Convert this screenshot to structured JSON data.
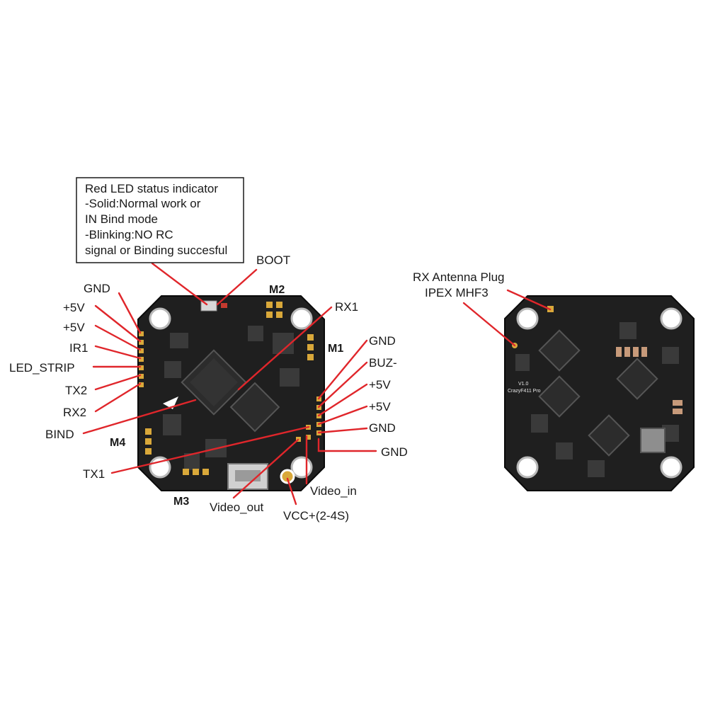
{
  "status_note": {
    "lines": [
      "Red LED status indicator",
      "-Solid:Normal work or",
      "IN Bind mode",
      "-Blinking:NO RC",
      "signal or Binding succesful"
    ]
  },
  "front_board": {
    "motors": {
      "m1": "M1",
      "m2": "M2",
      "m3": "M3",
      "m4": "M4"
    },
    "pins": {
      "boot": "BOOT",
      "rx1": "RX1",
      "gnd_left": "GND",
      "v5_left_1": "+5V",
      "v5_left_2": "+5V",
      "ir1": "IR1",
      "led_strip": "LED_STRIP",
      "tx2": "TX2",
      "rx2": "RX2",
      "bind": "BIND",
      "tx1": "TX1",
      "gnd_right_1": "GND",
      "buz": "BUZ-",
      "v5_right_1": "+5V",
      "v5_right_2": "+5V",
      "gnd_right_2": "GND",
      "gnd_right_3": "GND",
      "video_in": "Video_in",
      "video_out": "Video_out",
      "vcc": "VCC+(2-4S)"
    }
  },
  "back_board": {
    "antenna_label_1": "RX Antenna Plug",
    "antenna_label_2": "IPEX MHF3",
    "silk_version": "V1.0",
    "silk_model": "CrazyF411 Pro"
  },
  "colors": {
    "leader": "#e0262b",
    "pcb": "#1f1f1f",
    "pad_gold": "#d9a83a"
  }
}
